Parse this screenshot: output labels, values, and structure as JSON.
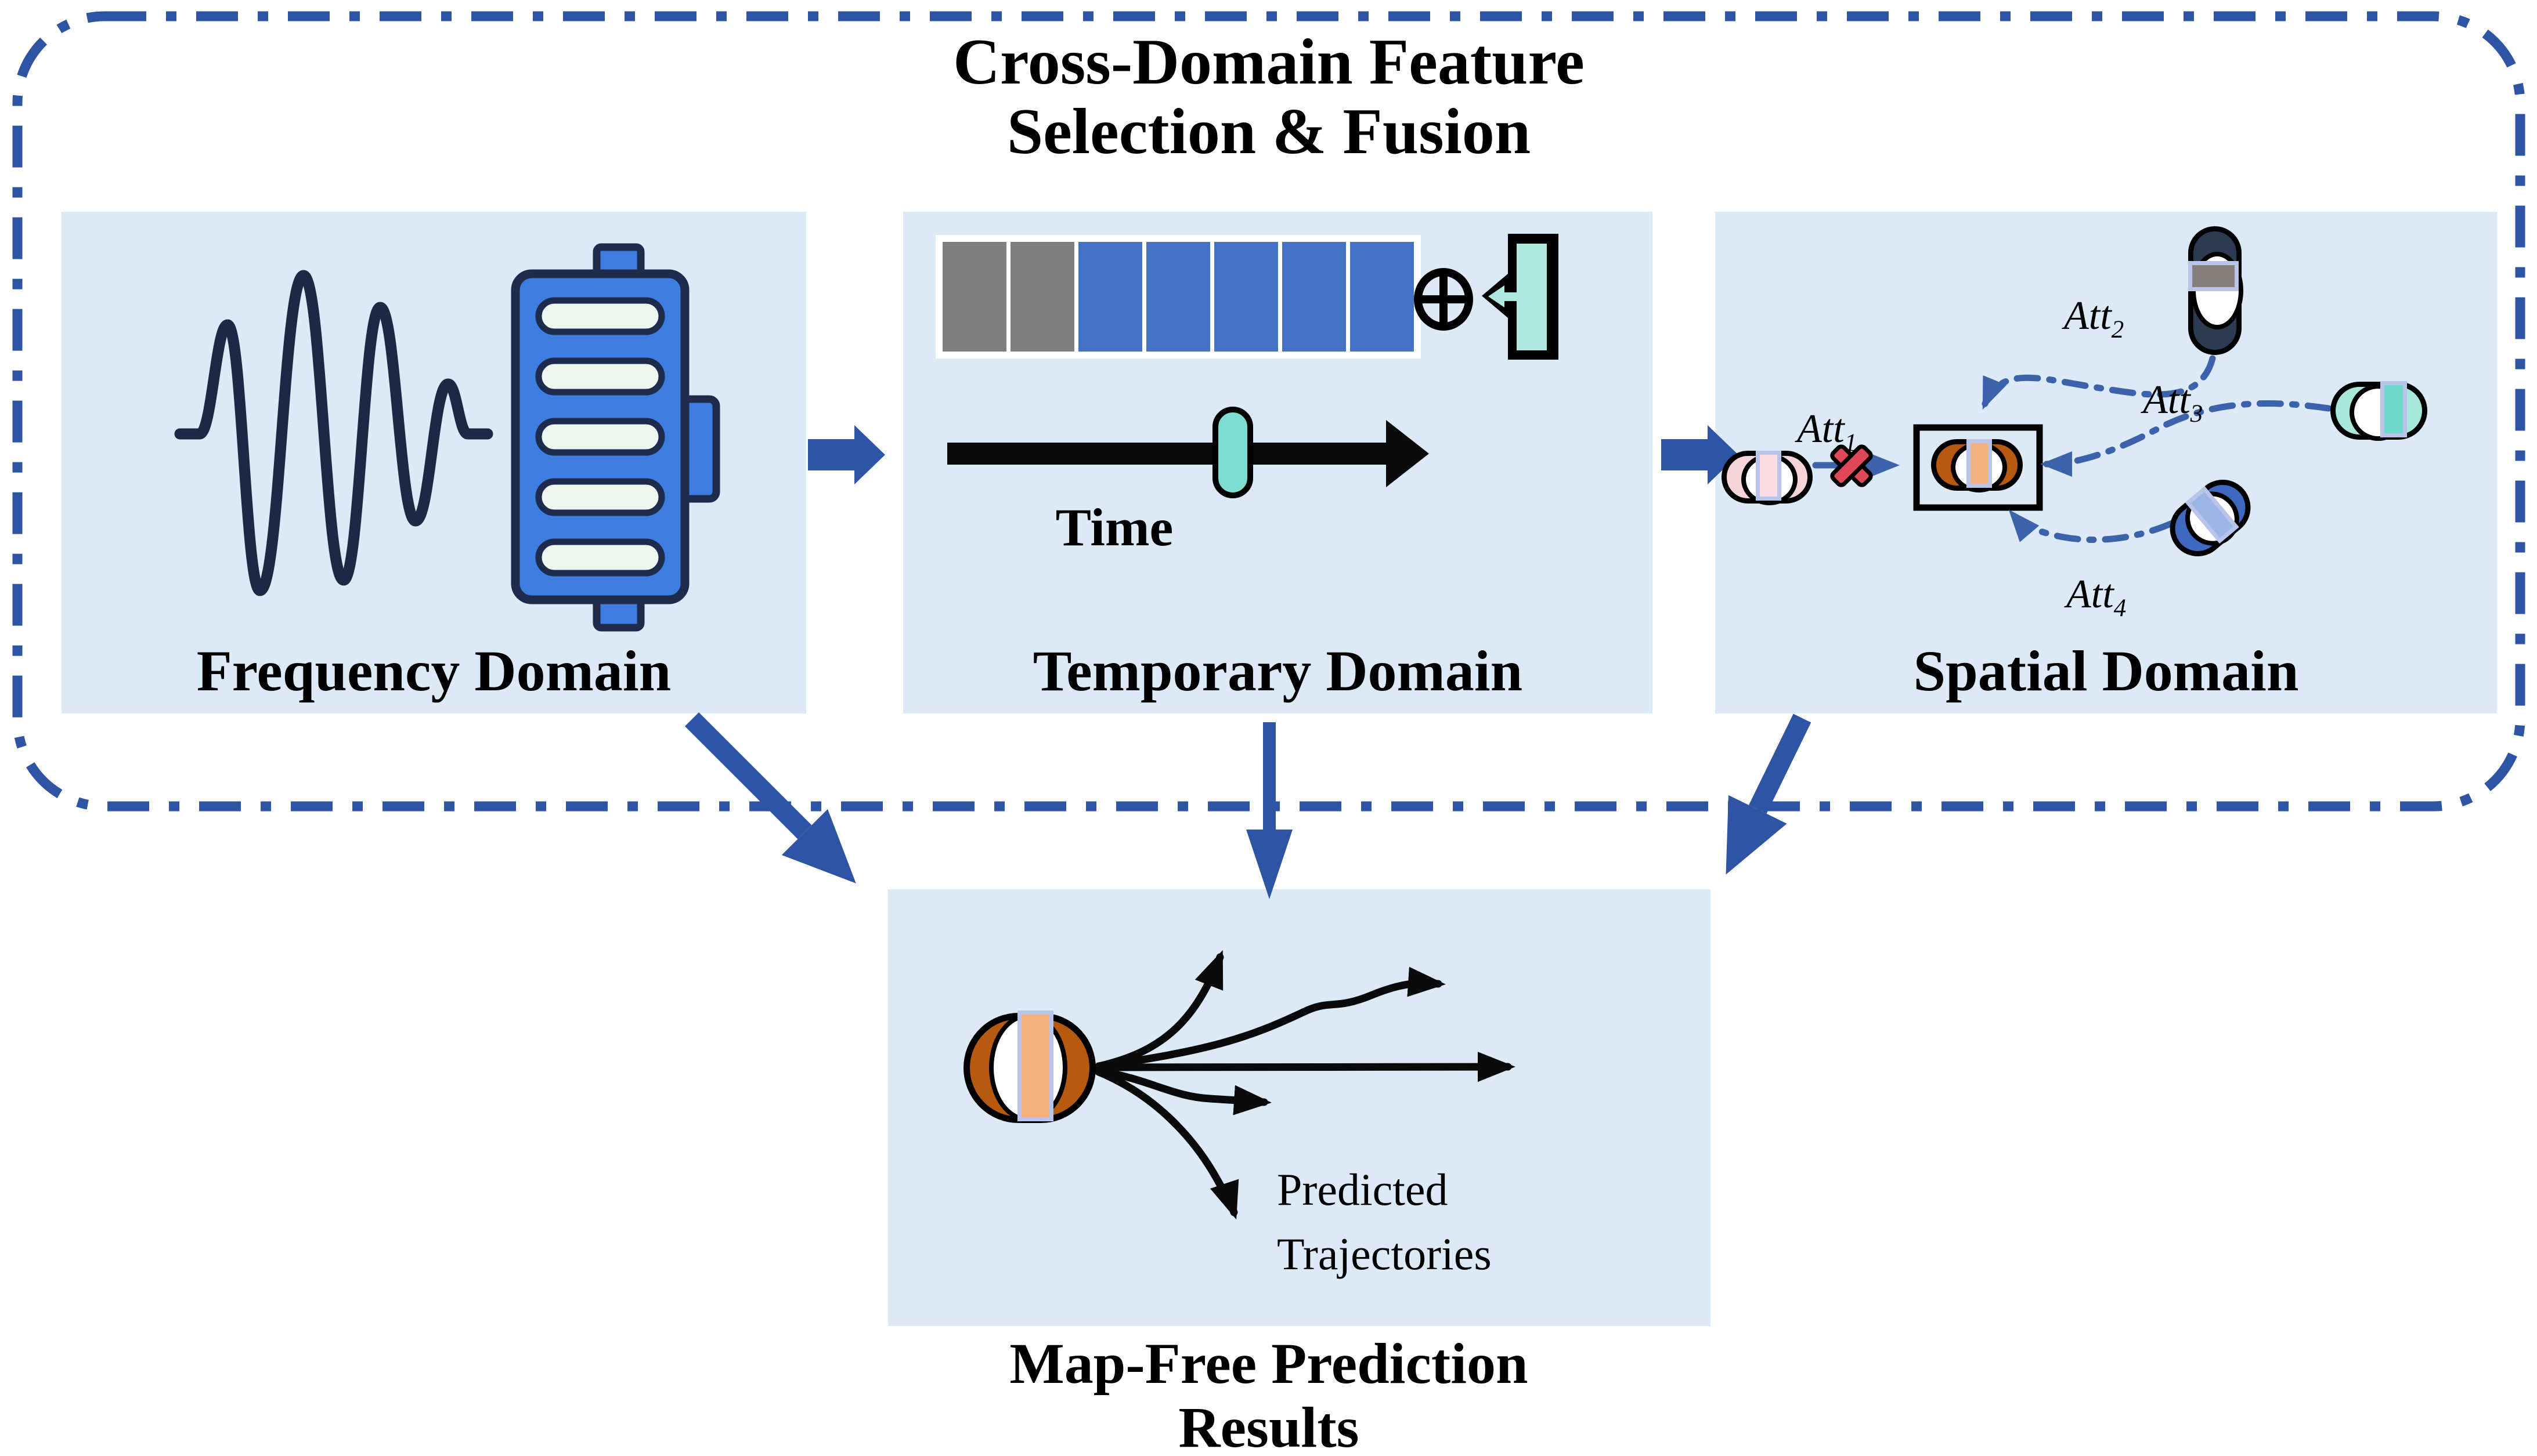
{
  "colors": {
    "accent": "#2e55a3",
    "dash_line": "#3b62ab",
    "panel_bg": "#dceaf8",
    "block_gray": "#7f7f7f",
    "block_blue": "#4472c4",
    "mint": "#aee8df",
    "capsule": "#7fdcd2",
    "wave": "#1b2a44",
    "filter_blue": "#3e7de0",
    "filter_border": "#1d2c4d",
    "slot_fill": "#eef6f0",
    "red_x": "#e0485a",
    "window_border": "#b8c4ea",
    "car_pink": "#f7d4d9",
    "car_pink_shield": "#fadce2",
    "car_orange": "#b55a0f",
    "car_orange_shield": "#f6b27d",
    "car_teal": "#a7e8da",
    "car_teal_shield": "#6fd8cc",
    "car_navy": "#2c3b52",
    "car_navy_shield": "#857e79",
    "car_blue": "#3f68c0",
    "car_blue_shield": "#9cb5e6"
  },
  "title": {
    "line1": "Cross-Domain Feature",
    "line2": "Selection & Fusion"
  },
  "panels": {
    "frequency": {
      "label": "Frequency Domain"
    },
    "temporal": {
      "label": "Temporary Domain",
      "time_label": "Time",
      "blocks": [
        "gray",
        "gray",
        "blue",
        "blue",
        "blue",
        "blue",
        "blue"
      ],
      "plus_icon": "circled-plus",
      "selector_icon": "feature-selector-flag"
    },
    "spatial": {
      "label": "Spatial Domain",
      "attentions": [
        {
          "base": "Att",
          "sub": "1"
        },
        {
          "base": "Att",
          "sub": "2"
        },
        {
          "base": "Att",
          "sub": "3"
        },
        {
          "base": "Att",
          "sub": "4"
        }
      ]
    },
    "results": {
      "caption_line1": "Map-Free Prediction",
      "caption_line2": "Results",
      "annotation_line1": "Predicted",
      "annotation_line2": "Trajectories"
    }
  }
}
